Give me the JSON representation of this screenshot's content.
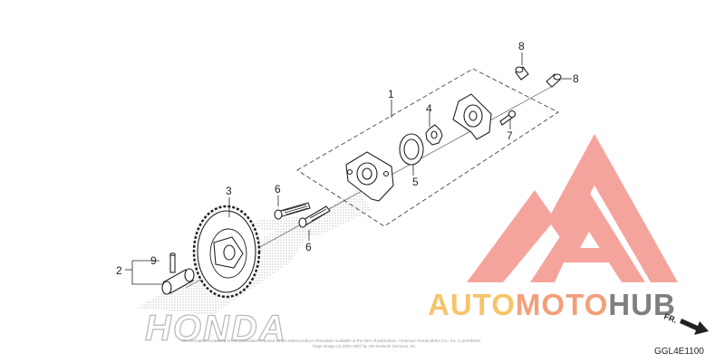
{
  "callouts": [
    {
      "id": "1",
      "label": "1"
    },
    {
      "id": "2",
      "label": "2"
    },
    {
      "id": "3",
      "label": "3"
    },
    {
      "id": "4",
      "label": "4"
    },
    {
      "id": "5",
      "label": "5"
    },
    {
      "id": "6a",
      "label": "6"
    },
    {
      "id": "6b",
      "label": "6"
    },
    {
      "id": "7",
      "label": "7"
    },
    {
      "id": "8a",
      "label": "8"
    },
    {
      "id": "8b",
      "label": "8"
    },
    {
      "id": "9",
      "label": "9"
    }
  ],
  "watermark": {
    "honda_text": "HONDA",
    "brand_part1": "AUTO",
    "brand_part2": "MOTO",
    "brand_part3": "HUB",
    "colors": {
      "logo": "#f4958c",
      "auto": "#f7c46a",
      "moto": "#f2a07a",
      "hub": "#7f7f7f"
    }
  },
  "copyright_line1": "All information contained in this publication is based on the latest product information available at the time of publication. American Honda Motor Co., Inc. is prohibited",
  "copyright_line2": "Page design (c) 2004-2007 by ARI Network Services, Inc.",
  "direction_label": "FR.",
  "diagram_code": "GGL4E1100"
}
